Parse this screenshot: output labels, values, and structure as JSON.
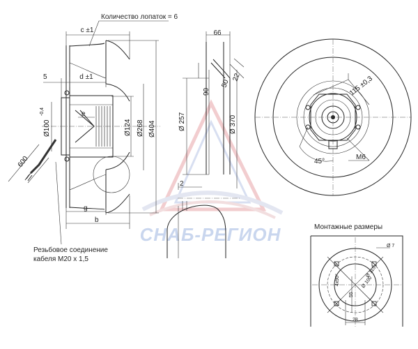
{
  "annotations": {
    "blade_count": "Количество лопаток = 6",
    "cable": "Резьбовое соединение",
    "cable2": "кабеля М20 x 1,5",
    "mounting": "Монтажные размеры"
  },
  "watermark": {
    "text": "СНАБ-РЕГИОН"
  },
  "dims_side": {
    "c": "c ±1",
    "d": "d ±1",
    "five": "5",
    "e": "e",
    "d100": "Ø100",
    "d100tol": "-0,4",
    "d124": "Ø124",
    "d268": "Ø268",
    "d404": "Ø404",
    "six_hundred": "600",
    "g": "g",
    "b": "b"
  },
  "dims_section": {
    "sixty_six": "66",
    "ninety": "90",
    "fifty": "50",
    "twenty_two": "22",
    "d257": "Ø 257",
    "d370": "Ø 370",
    "two": "2"
  },
  "dims_front": {
    "d115": "115 ±0,3",
    "m6": "M6",
    "angle": "45°"
  },
  "dims_mount": {
    "d7": "Ø 7",
    "d115": "Ø 115",
    "d100": "Ø 100",
    "fourx90": "4x90°",
    "fifty_five": "55",
    "twenty_eight": "28"
  },
  "colors": {
    "watermark_red": "#d9262d",
    "watermark_blue": "#5b7cc4"
  },
  "icons": [
    "snab-region-logo"
  ]
}
